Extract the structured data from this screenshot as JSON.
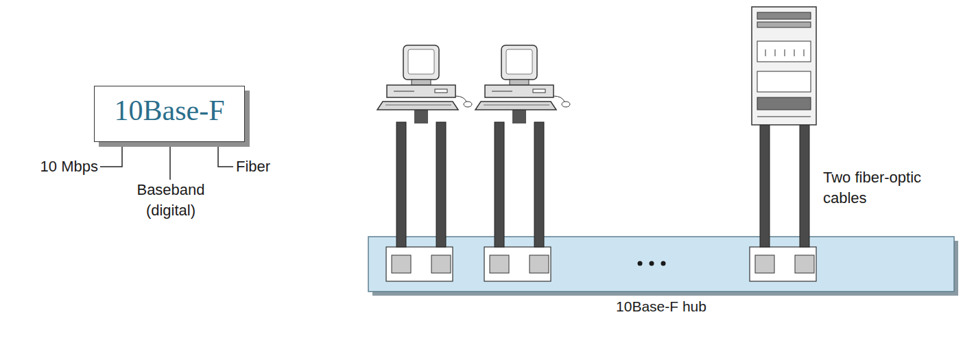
{
  "diagram": {
    "nodes": [
      {
        "text": [
          "10Base-F"
        ]
      },
      {
        "text": [
          "10Base-F hub"
        ]
      }
    ],
    "labels": [
      "10 Mbps",
      "Baseband (digital)",
      "Fiber",
      "Two fiber-optic cables"
    ]
  }
}
